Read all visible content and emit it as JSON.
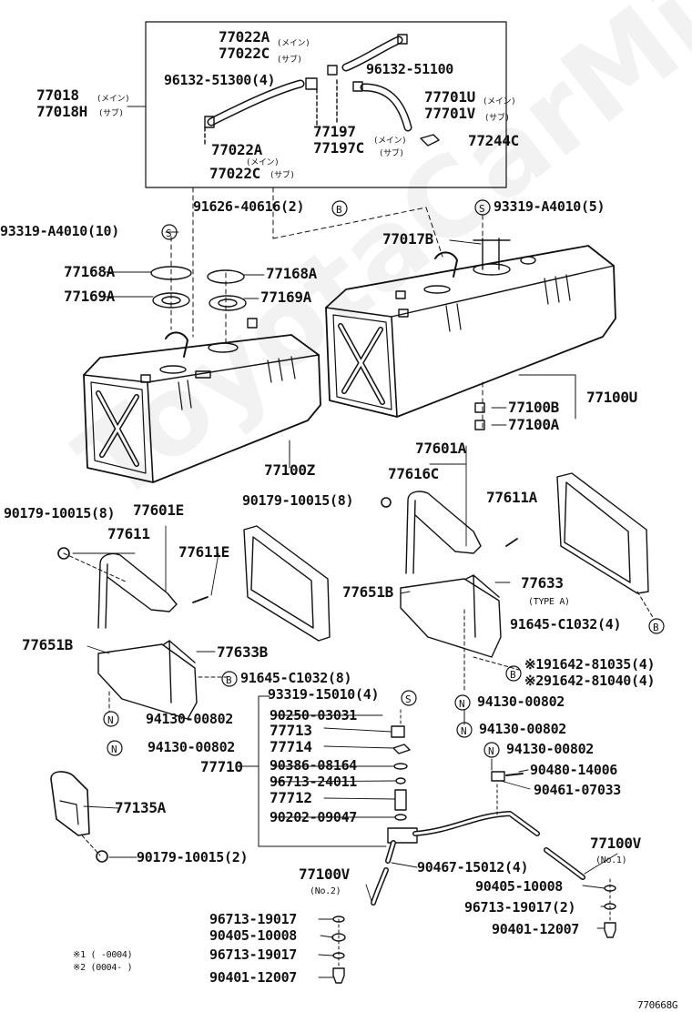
{
  "labels": {
    "p77022A_top": "77022A",
    "p77022C_top": "77022C",
    "p77022A_top_sub1": "(メイン)",
    "p77022C_top_sub": "(サブ)",
    "p96132_51300": "96132-51300(4)",
    "p96132_51100": "96132-51100",
    "p77018": "77018",
    "p77018H": "77018H",
    "p77018_sub1": "(メイン)",
    "p77018H_sub": "(サブ)",
    "p77701U": "77701U",
    "p77701V": "77701V",
    "p77701U_sub": "(メイン)",
    "p77701V_sub": "(サブ)",
    "p77197": "77197",
    "p77197C": "77197C",
    "p77197_sub": "(メイン)",
    "p77197C_sub": "(サブ)",
    "p77022A_bot": "77022A",
    "p77022C_bot": "77022C",
    "p77022A_bot_sub": "(メイン)",
    "p77022C_bot_sub": "(サブ)",
    "p77244C": "77244C",
    "p91626": "91626-40616(2)",
    "p93319_10": "93319-A4010(10)",
    "p93319_5": "93319-A4010(5)",
    "p77017B": "77017B",
    "p77168A_l": "77168A",
    "p77169A_l": "77169A",
    "p77168A_r": "77168A",
    "p77169A_r": "77169A",
    "p77100B": "77100B",
    "p77100A": "77100A",
    "p77100U": "77100U",
    "p77100Z": "77100Z",
    "p77601A": "77601A",
    "p77616C": "77616C",
    "p77611A": "77611A",
    "p90179_8_l": "90179-10015(8)",
    "p77601E": "77601E",
    "p90179_8_r": "90179-10015(8)",
    "p77611": "77611",
    "p77611E": "77611E",
    "p77651B_r": "77651B",
    "p77633": "77633",
    "p77633_type": "(TYPE A)",
    "p91645_4": "91645-C1032(4)",
    "p77651B_l": "77651B",
    "p77633B": "77633B",
    "p91645_8": "91645-C1032(8)",
    "p91642_81035": "※191642-81035(4)",
    "p91642_81040": "※291642-81040(4)",
    "p93319_15010": "93319-15010(4)",
    "p94130_l1": "94130-00802",
    "p94130_l2": "94130-00802",
    "p94130_r1": "94130-00802",
    "p94130_r2": "94130-00802",
    "p94130_r3": "94130-00802",
    "p90250": "90250-03031",
    "p77713": "77713",
    "p77714": "77714",
    "p77710": "77710",
    "p90386": "90386-08164",
    "p96713_24011": "96713-24011",
    "p77712": "77712",
    "p90202": "90202-09047",
    "p90480": "90480-14006",
    "p90461": "90461-07033",
    "p77135A": "77135A",
    "p90179_2": "90179-10015(2)",
    "p77100V_r": "77100V",
    "p77100V_r_no": "(No.1)",
    "p77100V_l": "77100V",
    "p77100V_l_no": "(No.2)",
    "p90467": "90467-15012(4)",
    "p90405_r": "90405-10008",
    "p96713_19017_r": "96713-19017(2)",
    "p90401_r": "90401-12007",
    "p96713_19017_l1": "96713-19017",
    "p90405_l": "90405-10008",
    "p96713_19017_l2": "96713-19017",
    "p90401_l": "90401-12007",
    "note1": "※1 (      -0004)",
    "note2": "※2 (0004-       )",
    "ref": "770668G",
    "sym_S": "S",
    "sym_B": "B",
    "sym_N": "N"
  },
  "watermark": "ToyotaCarMine.ru"
}
